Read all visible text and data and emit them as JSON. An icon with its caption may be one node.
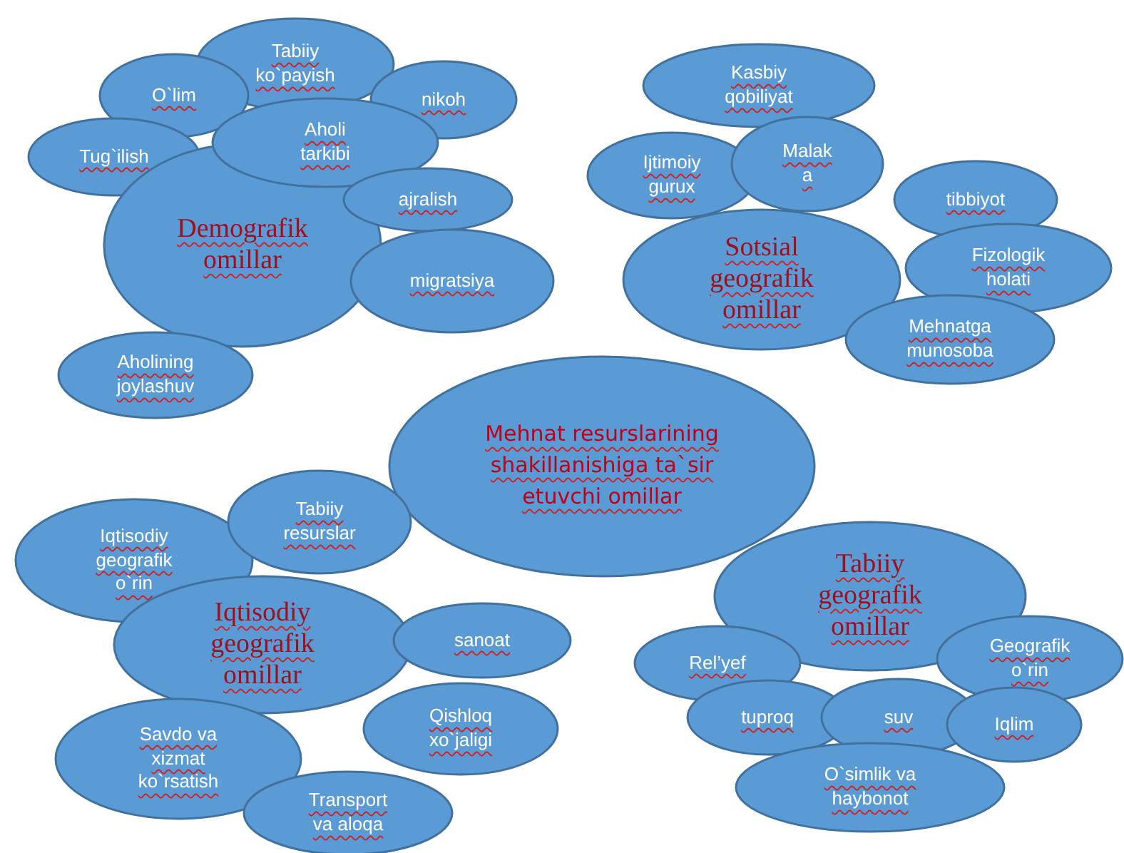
{
  "diagram": {
    "nodes": [
      {
        "text": [
          "Tabiiy ko`payish"
        ]
      },
      {
        "text": [
          "O`lim"
        ]
      },
      {
        "text": [
          "nikoh"
        ]
      },
      {
        "text": [
          "Tug`ilish"
        ]
      },
      {
        "text": [
          "Demografik omillar"
        ]
      },
      {
        "text": [
          "Aholi tarkibi"
        ]
      },
      {
        "text": [
          "ajralish"
        ]
      },
      {
        "text": [
          "migratsiya"
        ]
      },
      {
        "text": [
          "Aholining joylashuv"
        ]
      },
      {
        "text": [
          "Kasbiy qobiliyat"
        ]
      },
      {
        "text": [
          "Ijtimoiy gurux"
        ]
      },
      {
        "text": [
          "Malak a"
        ]
      },
      {
        "text": [
          "tibbiyot"
        ]
      },
      {
        "text": [
          "Sotsial geografik omillar"
        ]
      },
      {
        "text": [
          "Fizologik holati"
        ]
      },
      {
        "text": [
          "Mehnatga munosoba"
        ]
      },
      {
        "text": [
          "Mehnat resurslarining shakillanishiga ta`sir etuvchi omillar"
        ]
      },
      {
        "text": [
          "Iqtisodiy geografik o`rin"
        ]
      },
      {
        "text": [
          "Tabiiy resurslar"
        ]
      },
      {
        "text": [
          "Iqtisodiy geografik omillar"
        ]
      },
      {
        "text": [
          "sanoat"
        ]
      },
      {
        "text": [
          "Savdo va xizmat ko`rsatish"
        ]
      },
      {
        "text": [
          "Qishloq xo`jaligi"
        ]
      },
      {
        "text": [
          "Transport va aloqa"
        ]
      },
      {
        "text": [
          "Tabiiy geografik omillar"
        ]
      },
      {
        "text": [
          "Geografik o`rin"
        ]
      },
      {
        "text": [
          "Rel’yef"
        ]
      },
      {
        "text": [
          "tuproq"
        ]
      },
      {
        "text": [
          "suv"
        ]
      },
      {
        "text": [
          "Iqlim"
        ]
      },
      {
        "text": [
          "O`simlik va haybonot"
        ]
      }
    ]
  }
}
